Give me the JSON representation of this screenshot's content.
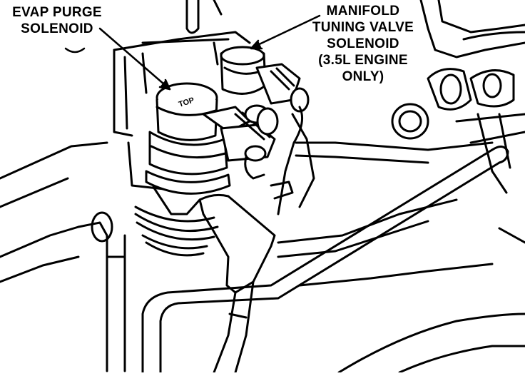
{
  "labels": {
    "evap": [
      "EVAP PURGE",
      "SOLENOID"
    ],
    "mtv": [
      "MANIFOLD",
      "TUNING VALVE",
      "SOLENOID",
      "(3.5L ENGINE",
      "ONLY)"
    ]
  },
  "parts": {
    "top_marking": "TOP"
  },
  "colors": {
    "ink": "#000000",
    "paper": "#ffffff"
  }
}
